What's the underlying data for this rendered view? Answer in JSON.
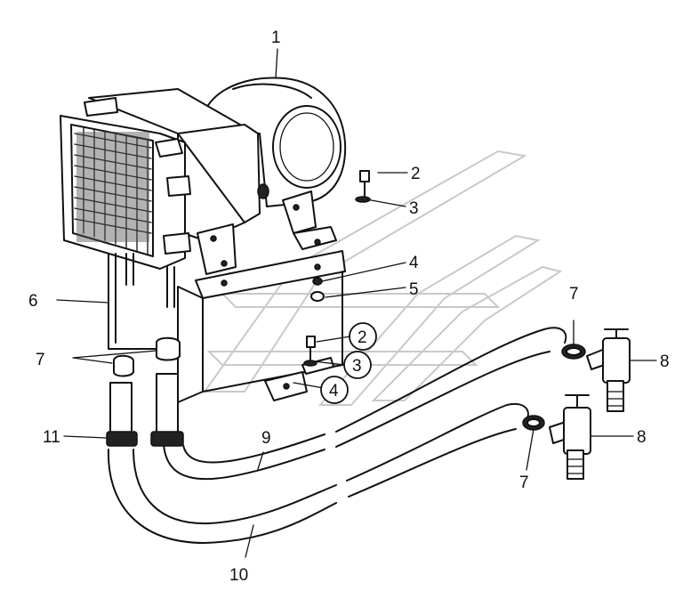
{
  "callouts": [
    {
      "id": "1",
      "text": "1"
    },
    {
      "id": "2",
      "text": "2"
    },
    {
      "id": "3",
      "text": "3"
    },
    {
      "id": "4",
      "text": "4"
    },
    {
      "id": "5",
      "text": "5"
    },
    {
      "id": "6",
      "text": "6"
    },
    {
      "id": "7a",
      "text": "7"
    },
    {
      "id": "7b",
      "text": "7"
    },
    {
      "id": "7c",
      "text": "7"
    },
    {
      "id": "8a",
      "text": "8"
    },
    {
      "id": "8b",
      "text": "8"
    },
    {
      "id": "9",
      "text": "9"
    },
    {
      "id": "10",
      "text": "10"
    },
    {
      "id": "11",
      "text": "11"
    },
    {
      "id": "2c",
      "text": "2"
    },
    {
      "id": "3c",
      "text": "3"
    },
    {
      "id": "4c",
      "text": "4"
    }
  ]
}
